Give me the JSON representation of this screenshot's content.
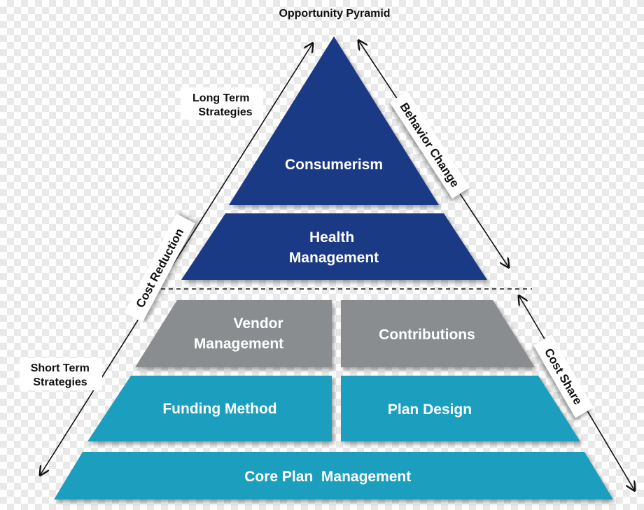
{
  "title": "Opportunity Pyramid",
  "side_labels": {
    "long_term": [
      "Long Term",
      "Strategies"
    ],
    "short_term": [
      "Short Term",
      "Strategies"
    ]
  },
  "diagonal_tags": {
    "behavior_change": "Behavior Change",
    "cost_reduction": "Cost Reduction",
    "cost_share": "Cost Share"
  },
  "segments": {
    "consumerism": [
      "Consumerism"
    ],
    "health_management": [
      "Health",
      "Management"
    ],
    "vendor_management": [
      "Vendor",
      "Management"
    ],
    "contributions": [
      "Contributions"
    ],
    "funding_method": [
      "Funding Method"
    ],
    "plan_design": [
      "Plan Design"
    ],
    "core_plan_management": [
      "Core Plan  Management"
    ]
  },
  "colors": {
    "navy": "#1b3a85",
    "gray": "#8a8d8f",
    "teal": "#1c9fbf",
    "arrow": "#111111"
  }
}
